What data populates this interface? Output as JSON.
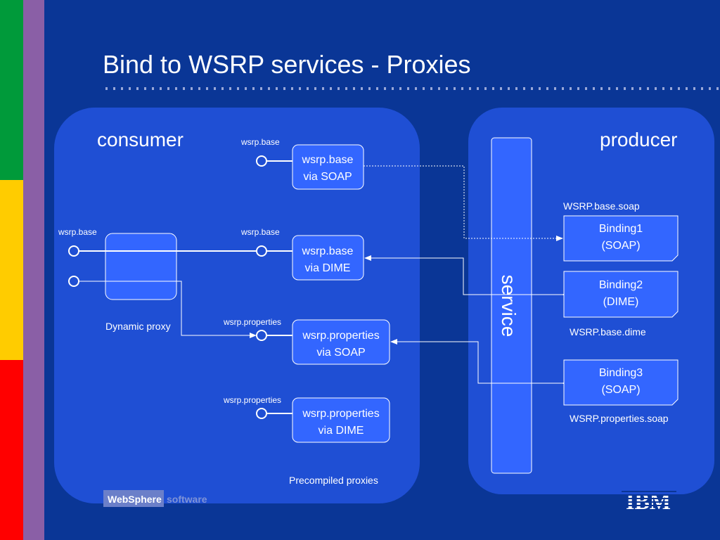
{
  "slide": {
    "title": "Bind to WSRP services - Proxies"
  },
  "colors": {
    "background": "#0a3696",
    "panel": "#1f4fd4",
    "box": "#3366ff",
    "sidebar_green": "#009a3a",
    "sidebar_yellow": "#ffcc00",
    "sidebar_red": "#ff0000",
    "sidebar_purple": "#8a5fa6"
  },
  "consumer": {
    "label": "consumer",
    "dynamic_proxy": {
      "caption": "Dynamic proxy",
      "port_top_label": "wsrp.base"
    },
    "precompiled_caption": "Precompiled proxies",
    "proxies": [
      {
        "port_label": "wsrp.base",
        "line1": "wsrp.base",
        "line2": "via SOAP"
      },
      {
        "port_label": "wsrp.base",
        "line1": "wsrp.base",
        "line2": "via DIME"
      },
      {
        "port_label": "wsrp.properties",
        "line1": "wsrp.properties",
        "line2": "via SOAP"
      },
      {
        "port_label": "wsrp.properties",
        "line1": "wsrp.properties",
        "line2": "via DIME"
      }
    ]
  },
  "producer": {
    "label": "producer",
    "service_label": "service",
    "bindings": [
      {
        "line1": "Binding1",
        "line2": "(SOAP)",
        "caption": "WSRP.base.soap"
      },
      {
        "line1": "Binding2",
        "line2": "(DIME)",
        "caption": "WSRP.base.dime"
      },
      {
        "line1": "Binding3",
        "line2": "(SOAP)",
        "caption": "WSRP.properties.soap"
      }
    ]
  },
  "footer": {
    "websphere": "WebSphere",
    "software": "software",
    "ibm": "IBM"
  }
}
